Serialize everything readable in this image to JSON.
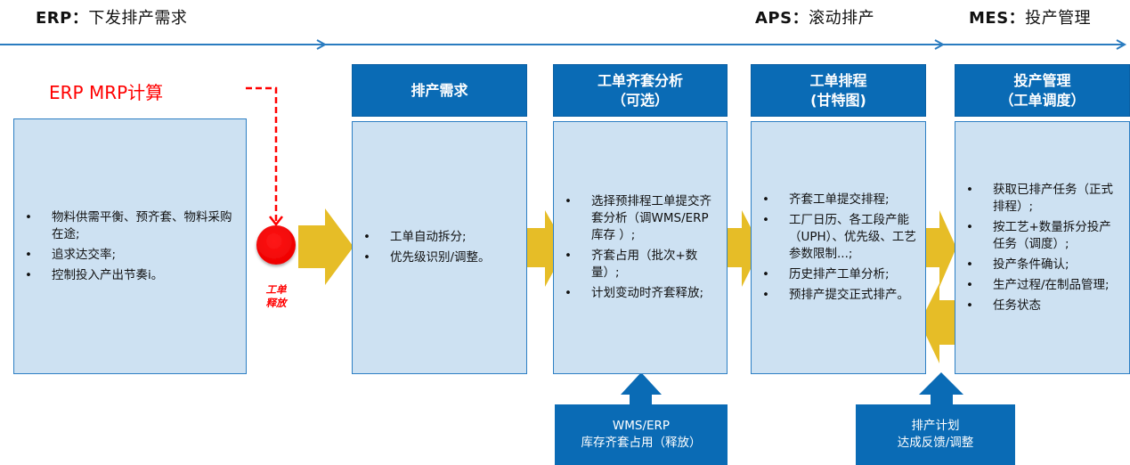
{
  "stages": [
    {
      "system": "ERP",
      "separator": "：",
      "label": "下发排产需求"
    },
    {
      "system": "APS",
      "separator": "：",
      "label": "滚动排产"
    },
    {
      "system": "MES",
      "separator": "：",
      "label": "投产管理"
    }
  ],
  "erp_mrp": {
    "title": "ERP  MRP计算",
    "release_label_line1": "工单",
    "release_label_line2": "释放",
    "items": [
      "物料供需平衡、预齐套、物料采购在途;",
      "追求达交率;",
      "控制投入产出节奏i。"
    ]
  },
  "columns": [
    {
      "header_line1": "排产需求",
      "header_line2": "",
      "items": [
        "工单自动拆分;",
        "优先级识别/调整。"
      ]
    },
    {
      "header_line1": "工单齐套分析",
      "header_line2": "（可选）",
      "items": [
        "选择预排程工单提交齐套分析（调WMS/ERP库存 ）;",
        "齐套占用（批次+数量）;",
        "计划变动时齐套释放;"
      ]
    },
    {
      "header_line1": "工单排程",
      "header_line2": "(甘特图)",
      "items": [
        "齐套工单提交排程;",
        "工厂日历、各工段产能（UPH）、优先级、工艺参数限制...;",
        "历史排产工单分析;",
        "预排产提交正式排产。"
      ]
    },
    {
      "header_line1": "投产管理",
      "header_line2": "（工单调度）",
      "items": [
        "获取已排产任务（正式排程）;",
        "按工艺+数量拆分投产任务（调度）;",
        "投产条件确认;",
        "生产过程/在制品管理;",
        "任务状态"
      ]
    }
  ],
  "inputs": [
    {
      "line1": "WMS/ERP",
      "line2": "库存齐套占用（释放）"
    },
    {
      "line1": "排产计划",
      "line2": "达成反馈/调整"
    }
  ],
  "bullet_glyph": "•",
  "colors": {
    "header_blue": "#0a6bb5",
    "box_fill": "#cde1f2",
    "box_border": "#2d7fc4",
    "arrow_yellow": "#e6bd27",
    "timeline_blue": "#2a7cc0",
    "alert_red": "#ff0000"
  }
}
